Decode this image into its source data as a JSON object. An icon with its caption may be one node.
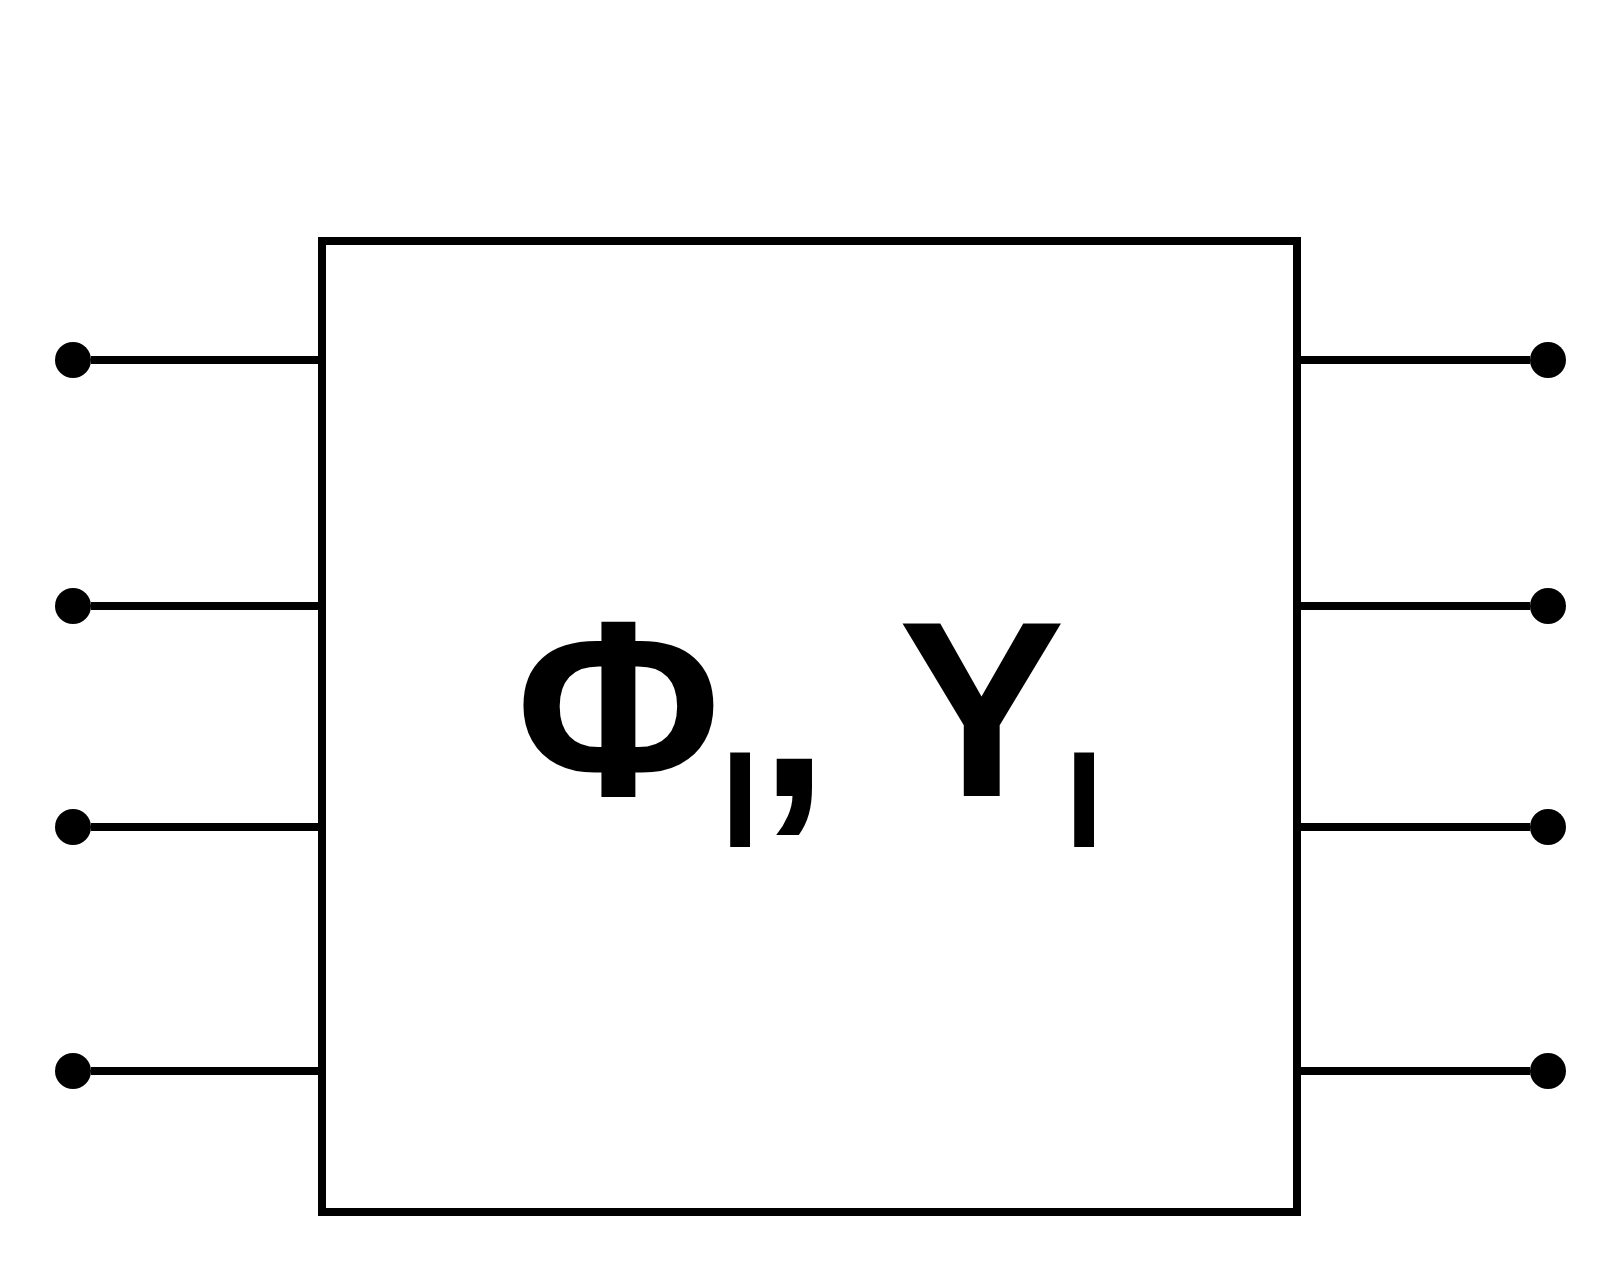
{
  "diagram": {
    "nodes": [
      {
        "text": [
          "Φ$_{I}$, Υ$_{I}$"
        ]
      },
      {
        "text": [],
        "shape": "circle"
      },
      {
        "text": [],
        "shape": "circle"
      },
      {
        "text": [],
        "shape": "circle"
      },
      {
        "text": [],
        "shape": "circle"
      },
      {
        "text": [],
        "shape": "circle"
      },
      {
        "text": [],
        "shape": "circle"
      },
      {
        "text": [],
        "shape": "circle"
      },
      {
        "text": [],
        "shape": "circle"
      }
    ],
    "edges": [
      {
        "from": 0,
        "to": 1,
        "arrow": "none"
      },
      {
        "from": 0,
        "to": 2,
        "arrow": "none"
      },
      {
        "from": 0,
        "to": 3,
        "arrow": "none"
      },
      {
        "from": 0,
        "to": 4,
        "arrow": "none"
      },
      {
        "from": 0,
        "to": 5,
        "arrow": "none"
      },
      {
        "from": 0,
        "to": 6,
        "arrow": "none"
      },
      {
        "from": 0,
        "to": 7,
        "arrow": "none"
      },
      {
        "from": 0,
        "to": 8,
        "arrow": "none"
      }
    ]
  }
}
